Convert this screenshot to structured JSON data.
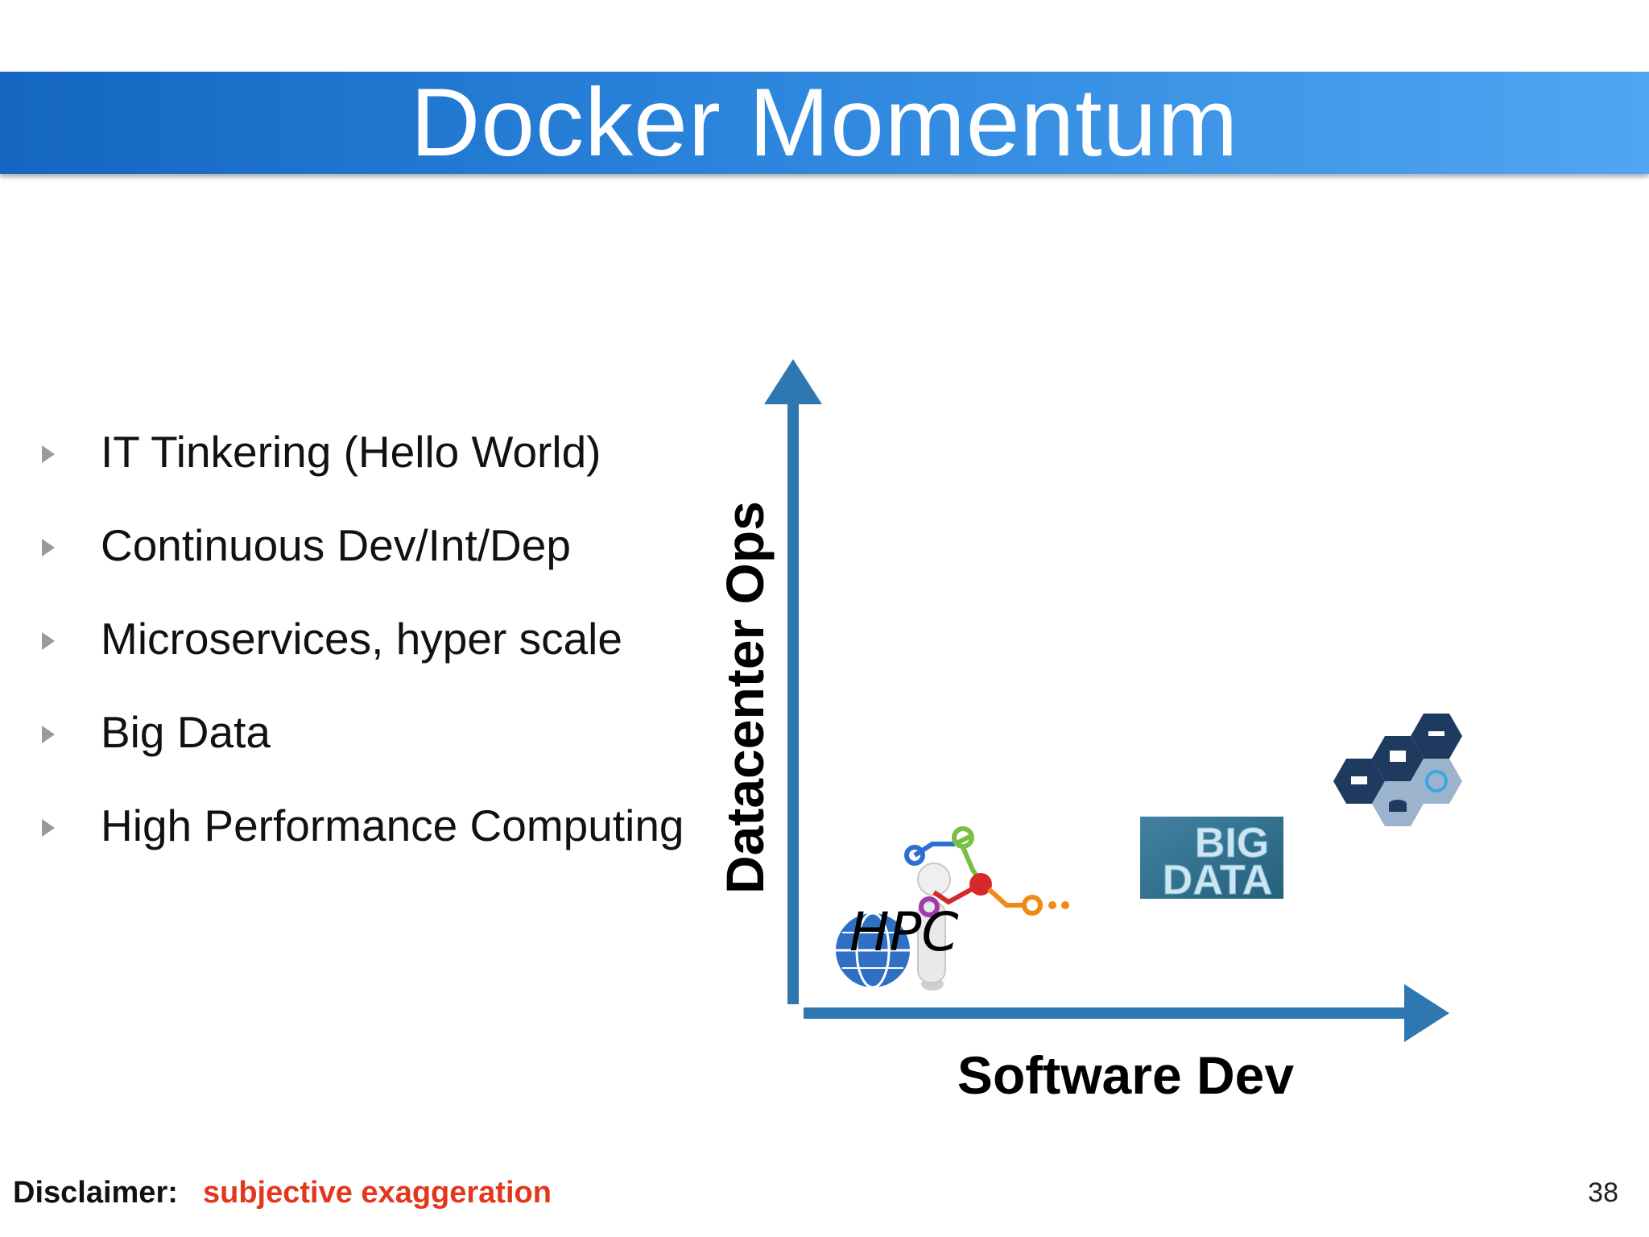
{
  "slide": {
    "title": "Docker Momentum",
    "number": "38"
  },
  "bullets": [
    {
      "text": "IT Tinkering (Hello World)"
    },
    {
      "text": "Continuous Dev/Int/Dep"
    },
    {
      "text": "Microservices, hyper scale"
    },
    {
      "text": "Big Data"
    },
    {
      "text": "High Performance Computing"
    }
  ],
  "diagram": {
    "y_axis_label": "Datacenter Ops",
    "x_axis_label": "Software Dev",
    "hpc_label": "HPC",
    "bigdata_logo": {
      "line1": "BIG",
      "line2": "DATA"
    },
    "colors": {
      "axis": "#2e77b1",
      "bigdata_bg": "#2f6f8f",
      "hex_dark": "#1f3a5f",
      "hex_light": "#9bb3cc"
    }
  },
  "footer": {
    "disclaimer_label": "Disclaimer:",
    "disclaimer_value": "subjective exaggeration"
  }
}
